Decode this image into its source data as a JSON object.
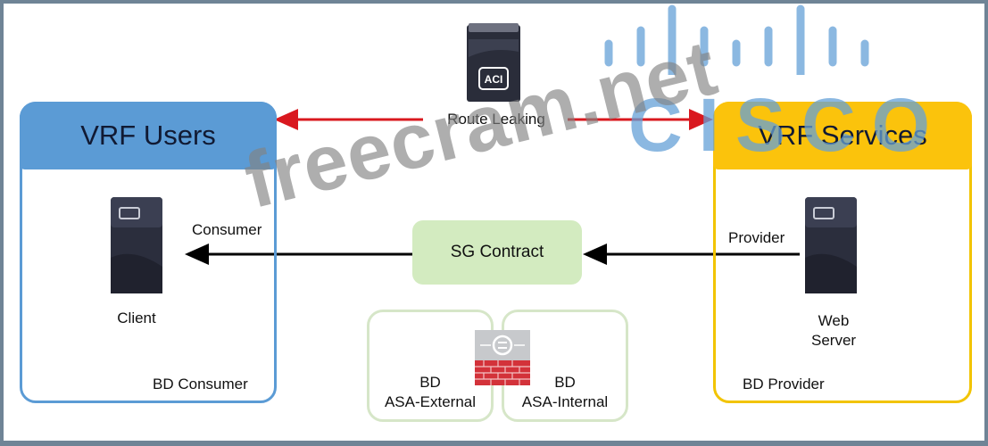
{
  "diagram": {
    "controller": {
      "icon": "aci-controller-icon",
      "badge": "ACI"
    },
    "route_leaking_label": "Route Leaking",
    "vrf_users": {
      "title": "VRF Users",
      "bd_label": "BD Consumer",
      "endpoint_label": "Client",
      "role_label": "Consumer",
      "color": "#5b9bd5"
    },
    "vrf_services": {
      "title": "VRF Services",
      "bd_label": "BD Provider",
      "endpoint_label_line1": "Web",
      "endpoint_label_line2": "Server",
      "role_label": "Provider",
      "color": "#fbc30c"
    },
    "contract": {
      "label": "SG Contract",
      "color": "#d3ebc0"
    },
    "bd_asa_external": {
      "line1": "BD",
      "line2": "ASA-External"
    },
    "bd_asa_internal": {
      "line1": "BD",
      "line2": "ASA-Internal"
    },
    "firewall": {
      "icon": "asa-firewall-icon"
    },
    "route_leak_arrow_color": "#d9181f",
    "contract_arrow_color": "#000000"
  },
  "watermarks": {
    "brand": "CISCO",
    "site": "freecram.net"
  }
}
